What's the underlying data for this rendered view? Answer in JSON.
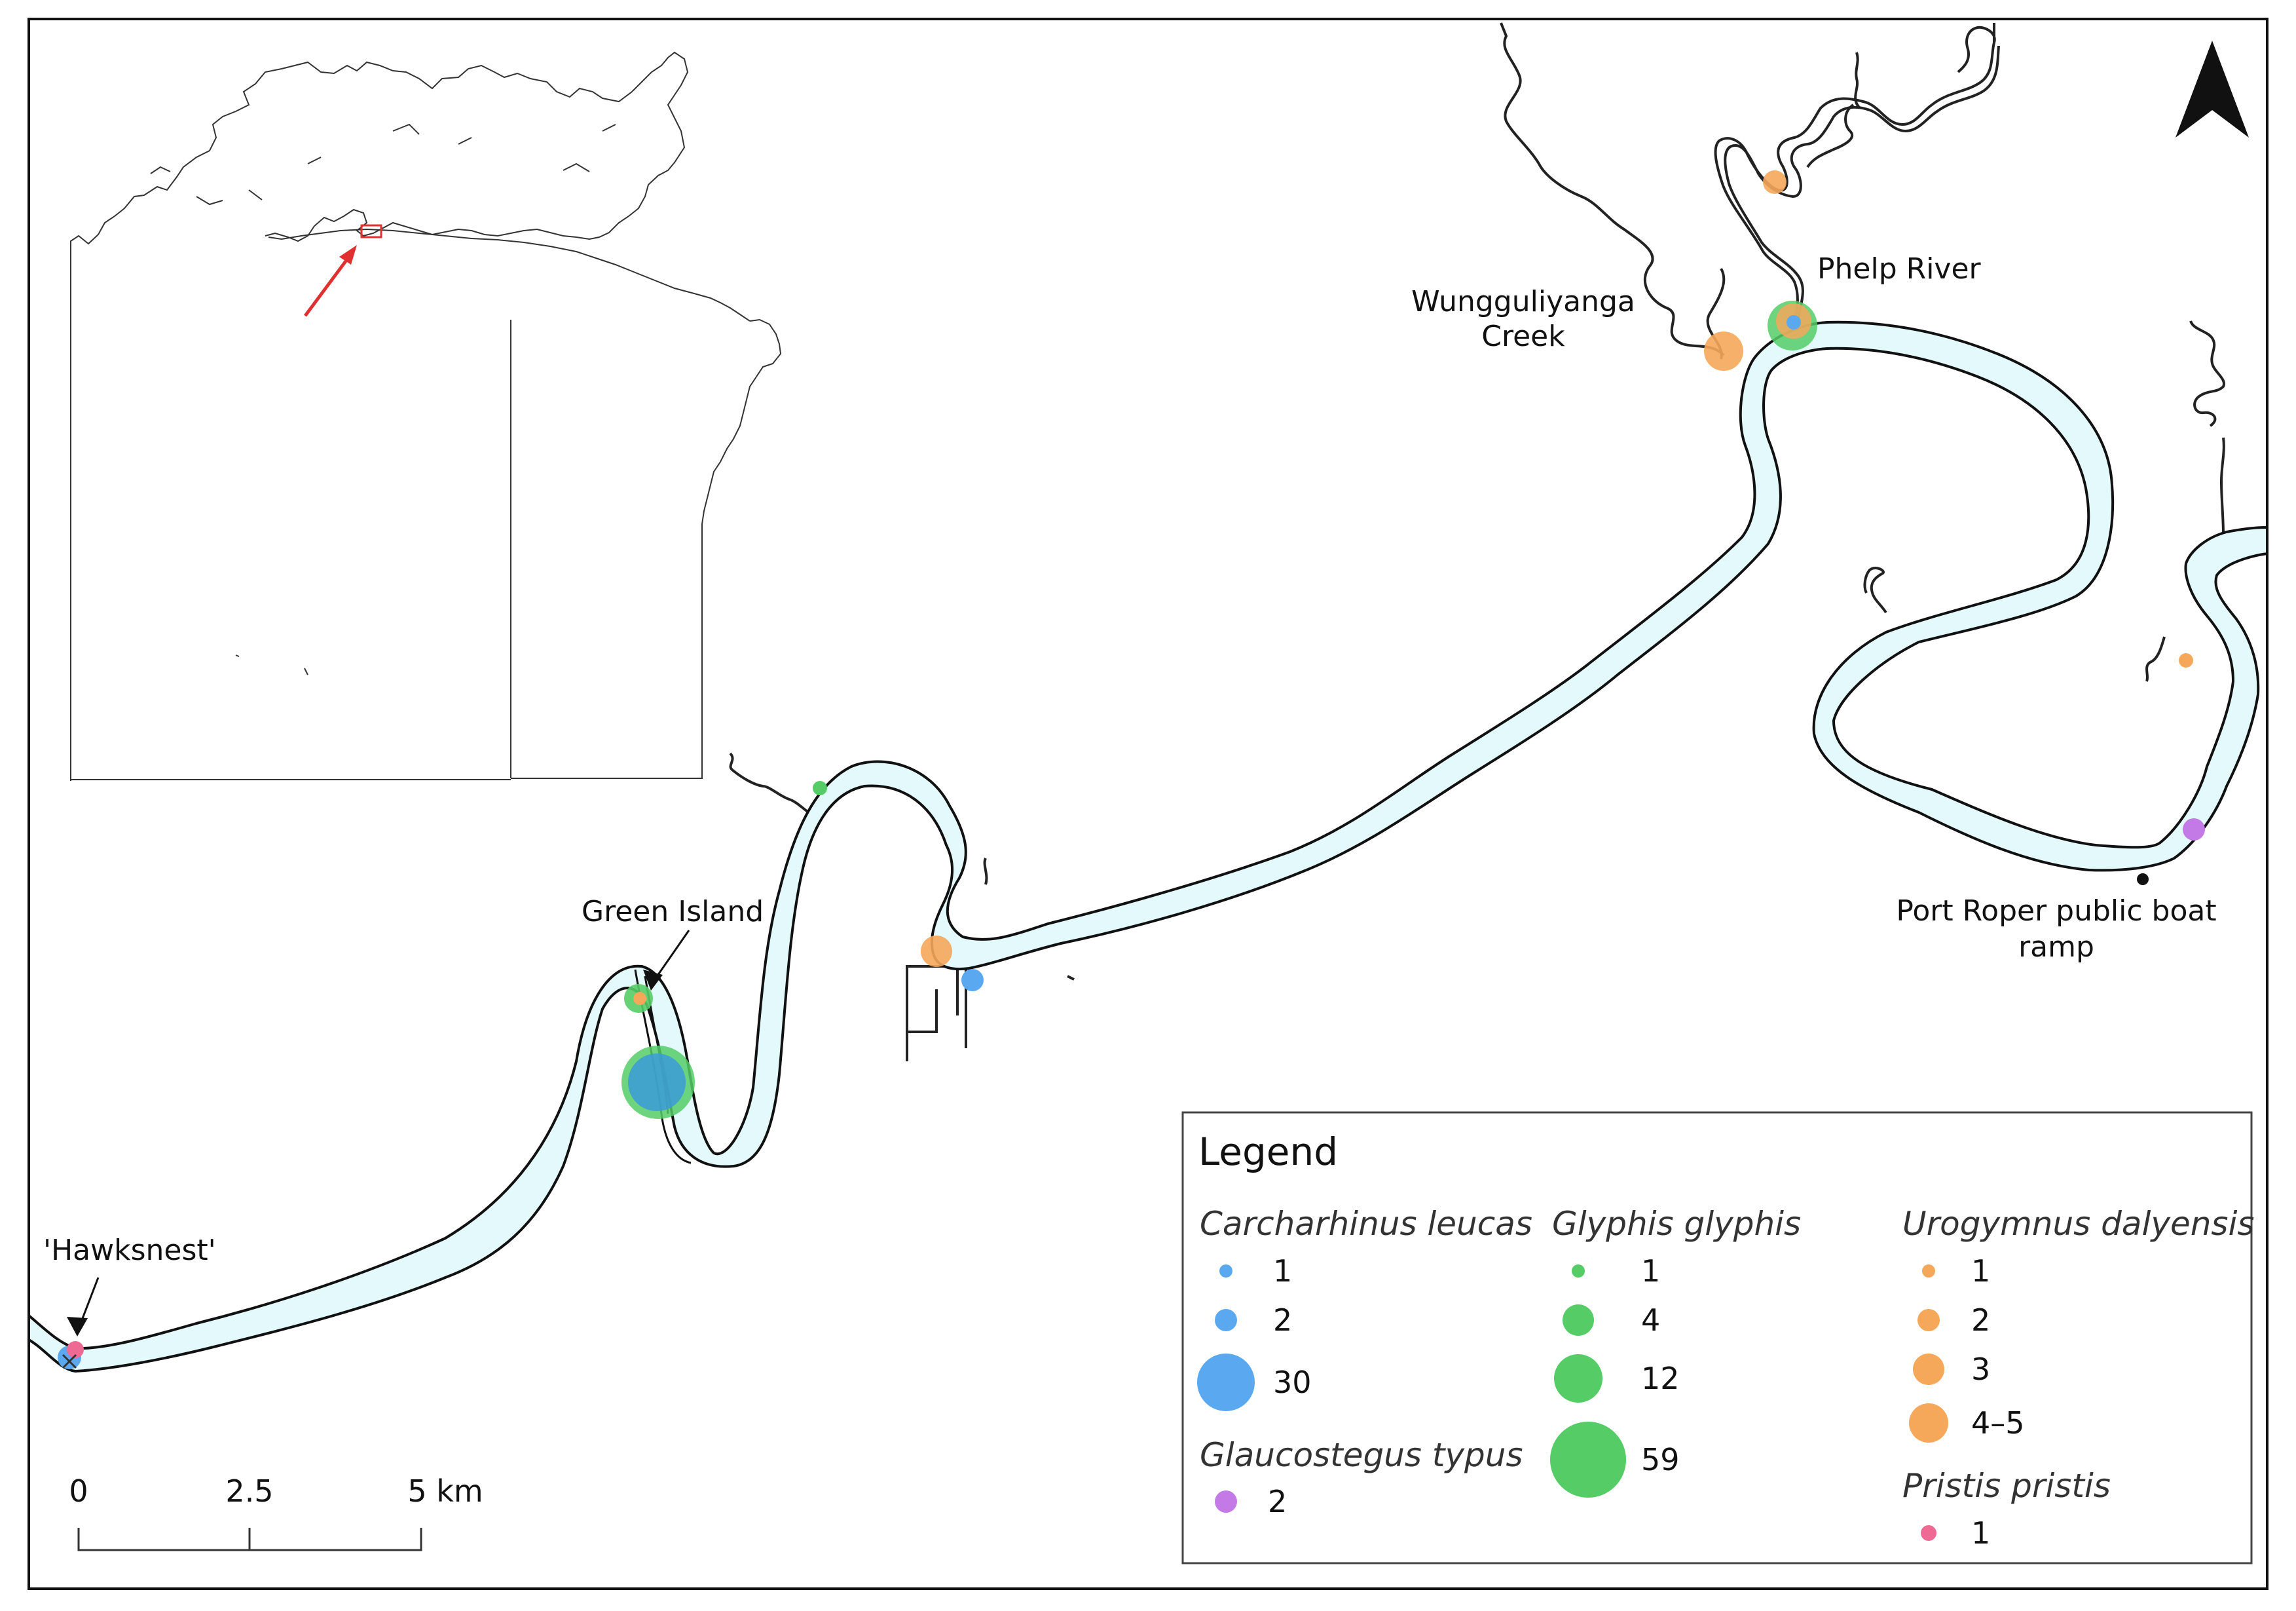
{
  "places": {
    "wungguliyanga_line1": "Wungguliyanga",
    "wungguliyanga_line2": "Creek",
    "phelp_river": "Phelp River",
    "green_island": "Green Island",
    "hawksnest": "'Hawksnest'",
    "port_roper_line1": "Port Roper public boat",
    "port_roper_line2": "ramp"
  },
  "legend": {
    "title": "Legend",
    "groups": [
      {
        "species": "Carcharhinus leucas",
        "color": "#5aa9f0",
        "values": [
          "1",
          "2",
          "30"
        ]
      },
      {
        "species": "Glaucostegus typus",
        "color": "#c47ae6",
        "values": [
          "2"
        ]
      },
      {
        "species": "Glyphis glyphis",
        "color": "#55cc66",
        "values": [
          "1",
          "4",
          "12",
          "59"
        ]
      },
      {
        "species": "Urogymnus dalyensis",
        "color": "#f5a75a",
        "values": [
          "1",
          "2",
          "3",
          "4–5"
        ]
      },
      {
        "species": "Pristis pristis",
        "color": "#ee6a94",
        "values": [
          "1"
        ]
      }
    ]
  },
  "scale_bar": {
    "labels": [
      "0",
      "2.5",
      "5 km"
    ]
  },
  "colors": {
    "river_fill": "#e3f9fb",
    "river_outline": "#111111",
    "inset_marker": "#e03030",
    "north_arrow": "#111111"
  },
  "icons": [
    "north-arrow-icon",
    "inset-locator-arrow-icon"
  ]
}
